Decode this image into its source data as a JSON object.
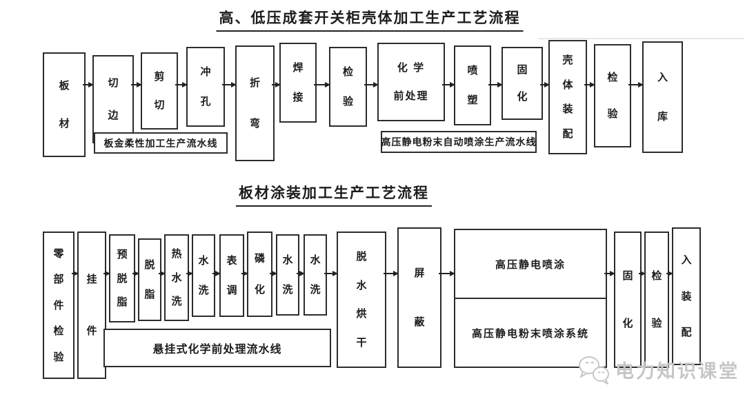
{
  "charts": [
    {
      "title": "高、低压成套开关柜壳体加工生产工艺流程",
      "boxes": [
        {
          "label": "板材"
        },
        {
          "label": "切边"
        },
        {
          "label": "剪切"
        },
        {
          "label": "冲孔"
        },
        {
          "label": "折弯"
        },
        {
          "label": "焊接"
        },
        {
          "label": "检验"
        },
        {
          "label": "化学前处理",
          "lines": [
            "化  学",
            "前处理"
          ]
        },
        {
          "label": "喷塑"
        },
        {
          "label": "固化"
        },
        {
          "label": "壳体装配"
        },
        {
          "label": "检验"
        },
        {
          "label": "入库"
        }
      ],
      "line_labels": [
        "板金柔性加工生产流水线",
        "高压静电粉末自动喷涂生产流水线"
      ]
    },
    {
      "title": "板材涂装加工生产工艺流程",
      "boxes": [
        {
          "label": "零部件检验"
        },
        {
          "label": "挂件"
        },
        {
          "label": "预脱脂"
        },
        {
          "label": "脱脂"
        },
        {
          "label": "热水洗"
        },
        {
          "label": "水洗"
        },
        {
          "label": "表调"
        },
        {
          "label": "磷化"
        },
        {
          "label": "水洗"
        },
        {
          "label": "水洗"
        },
        {
          "label": "脱水烘干"
        },
        {
          "label": "屏蔽"
        },
        {
          "label": "固化"
        },
        {
          "label": "检验"
        },
        {
          "label": "入装配"
        }
      ],
      "split_box": {
        "top": "高压静电喷涂",
        "bottom": "高压静电粉末喷涂系统"
      },
      "line_label": "悬挂式化学前处理流水线"
    }
  ],
  "watermark": {
    "text": "电力知识课堂",
    "icon": "wechat-icon",
    "color": "#c6c6c6"
  },
  "colors": {
    "line": "#2b2b2b",
    "background": "#ffffff"
  }
}
